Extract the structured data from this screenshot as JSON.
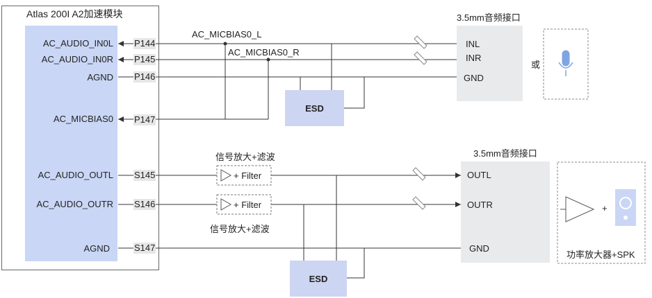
{
  "module": {
    "title": "Atlas 200I A2加速模块",
    "signals": [
      "AC_AUDIO_IN0L",
      "AC_AUDIO_IN0R",
      "AGND",
      "AC_MICBIAS0",
      "AC_AUDIO_OUTL",
      "AC_AUDIO_OUTR",
      "AGND"
    ],
    "pins": [
      "P144",
      "P145",
      "P146",
      "P147",
      "S145",
      "S146",
      "S147"
    ]
  },
  "bias_labels": {
    "left": "AC_MICBIAS0_L",
    "right": "AC_MICBIAS0_R"
  },
  "input_jack": {
    "title": "3.5mm音频接口",
    "pins": [
      "INL",
      "INR",
      "GND"
    ]
  },
  "or_label": "或",
  "mic_icon": "microphone-icon",
  "esd_top": "ESD",
  "esd_bottom": "ESD",
  "filter": {
    "label_top": "信号放大+滤波",
    "label_bottom": "信号放大+滤波",
    "block_text": "+ Filter"
  },
  "output_jack": {
    "title": "3.5mm音频接口",
    "pins": [
      "OUTL",
      "OUTR",
      "GND"
    ]
  },
  "amp_block": {
    "label": "功率放大器+SPK",
    "plus": "+",
    "speaker_icon": "speaker-icon"
  },
  "colors": {
    "module_fill": "#c9d6f5",
    "esd_fill": "#ccd5f2",
    "jack_fill": "#e9eaec",
    "wire": "#333333"
  }
}
